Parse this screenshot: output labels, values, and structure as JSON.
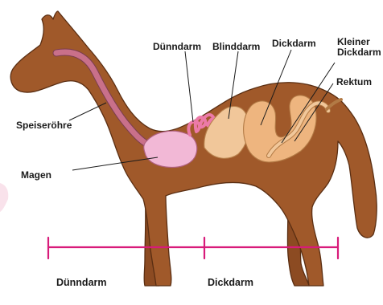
{
  "diagram": {
    "labels": {
      "duenndarm": "Dünndarm",
      "blinddarm": "Blinddarm",
      "dickdarm": "Dickdarm",
      "kleiner_dickdarm_line1": "Kleiner",
      "kleiner_dickdarm_line2": "Dickdarm",
      "rektum": "Rektum",
      "speiseroehre": "Speiseröhre",
      "magen": "Magen"
    },
    "scale_bar": {
      "left_label": "Dünndarm",
      "right_label": "Dickdarm",
      "color": "#d81b7a"
    },
    "colors": {
      "horse_body": "#a0592a",
      "horse_outline": "#5a2e12",
      "esophagus": "#c9708a",
      "stomach": "#f2b8d6",
      "small_intestine": "#ec7aa8",
      "cecum": "#f1c79a",
      "colon": "#eeb57f"
    }
  }
}
